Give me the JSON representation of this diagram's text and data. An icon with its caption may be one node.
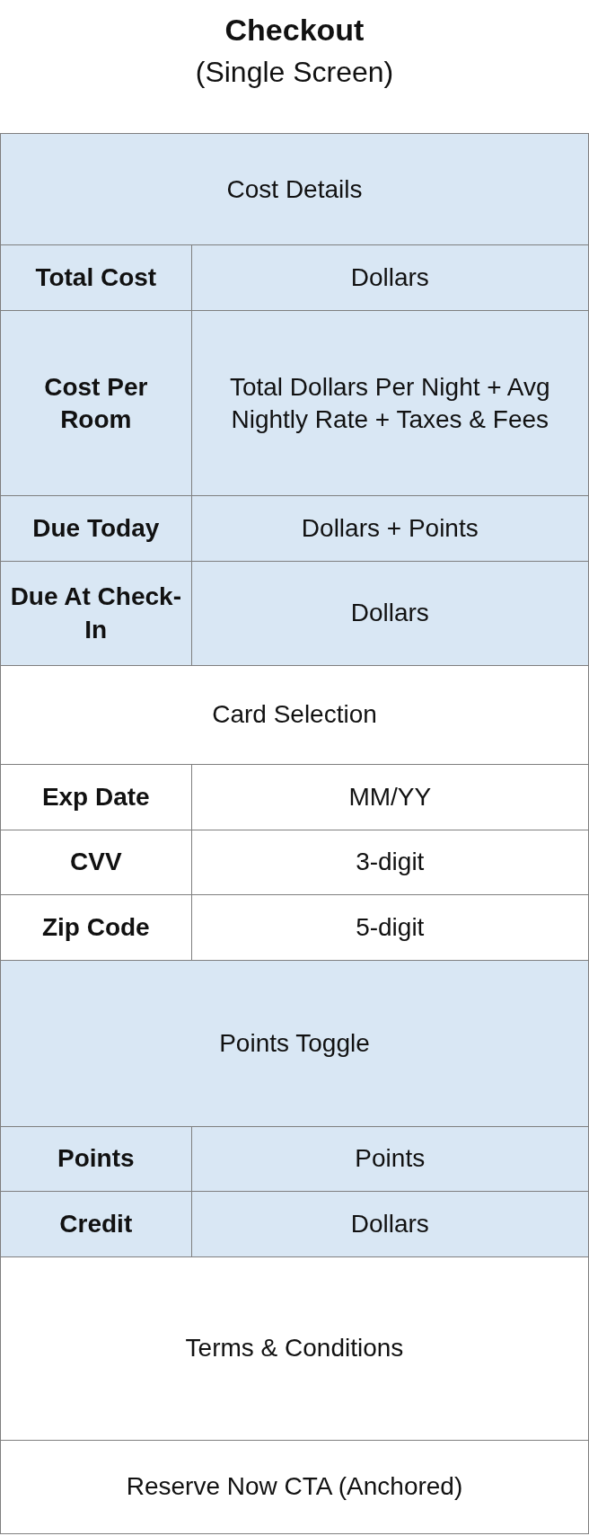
{
  "diagram": {
    "title": "Checkout",
    "labels": [
      "(Single Screen)",
      "Cost Details",
      "Total Cost",
      "Dollars",
      "Cost Per Room",
      "Total Dollars Per Night + Avg Nightly Rate + Taxes & Fees",
      "Due Today",
      "Dollars + Points",
      "Due At Check-In",
      "Dollars",
      "Card Selection",
      "Exp Date",
      "MM/YY",
      "CVV",
      "3-digit",
      "Zip Code",
      "5-digit",
      "Points Toggle",
      "Points",
      "Points",
      "Credit",
      "Dollars",
      "Terms & Conditions",
      "Reserve Now CTA (Anchored)"
    ]
  }
}
